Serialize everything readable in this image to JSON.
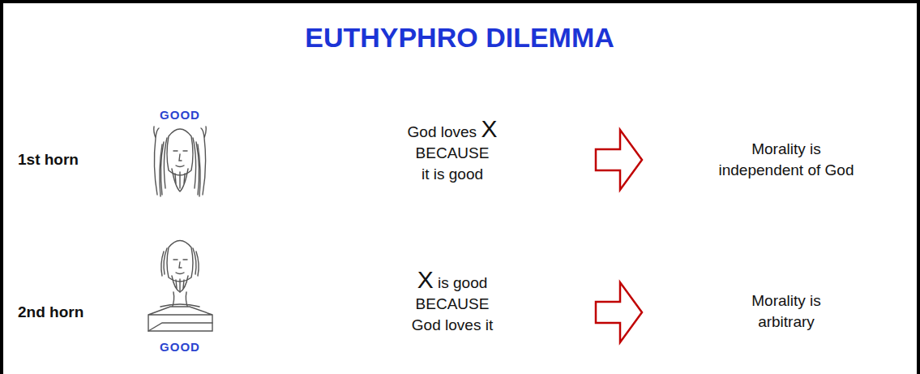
{
  "diagram": {
    "title": "EUTHYPHRO DILEMMA",
    "labels": [
      "1st horn",
      "GOOD",
      "God loves X BECAUSE it is good",
      "Morality is independent of God",
      "2nd horn",
      "X is good BECAUSE God loves it",
      "Morality is arbitrary",
      "GOOD"
    ]
  }
}
